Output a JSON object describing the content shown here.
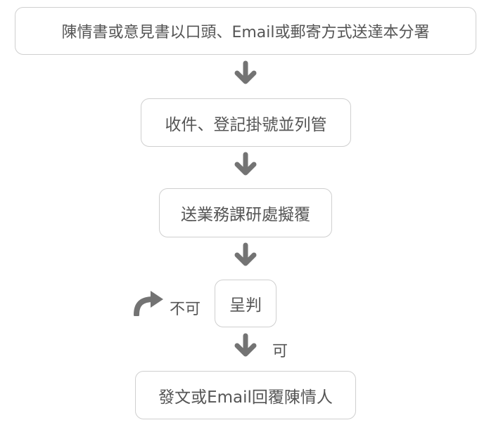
{
  "flow": {
    "step1": "陳情書或意見書以口頭、Email或郵寄方式送達本分署",
    "step2": "收件、登記掛號並列管",
    "step3": "送業務課研處擬覆",
    "step4": "呈判",
    "reject_label": "不可",
    "approve_label": "可",
    "step5": "發文或Email回覆陳情人"
  },
  "colors": {
    "arrow": "#737373",
    "box_border": "#cfcfcf",
    "text": "#555555"
  },
  "icons": {
    "down_arrow": "arrow-down-icon",
    "return_arrow": "curved-return-arrow-icon"
  }
}
